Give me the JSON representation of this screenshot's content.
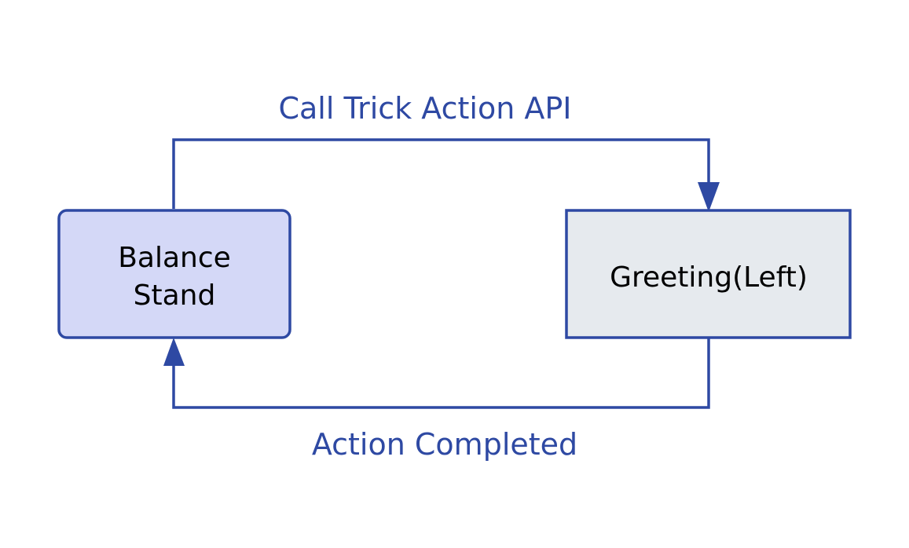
{
  "diagram": {
    "nodes": [
      {
        "id": "balance-stand",
        "lines": [
          "Balance",
          "Stand"
        ],
        "fill": "#d4d8f7",
        "stroke": "#2e49a3",
        "shape": "rounded-rectangle"
      },
      {
        "id": "greeting-left",
        "lines": [
          "Greeting(Left)"
        ],
        "fill": "#e6eaee",
        "stroke": "#2e49a3",
        "shape": "rectangle"
      }
    ],
    "edges": [
      {
        "id": "edge-call-trick",
        "from": "balance-stand",
        "to": "greeting-left",
        "label": "Call Trick Action API"
      },
      {
        "id": "edge-action-completed",
        "from": "greeting-left",
        "to": "balance-stand",
        "label": "Action Completed"
      }
    ],
    "colors": {
      "edge": "#2e49a3",
      "label": "#2e49a3",
      "text": "#000000"
    }
  }
}
